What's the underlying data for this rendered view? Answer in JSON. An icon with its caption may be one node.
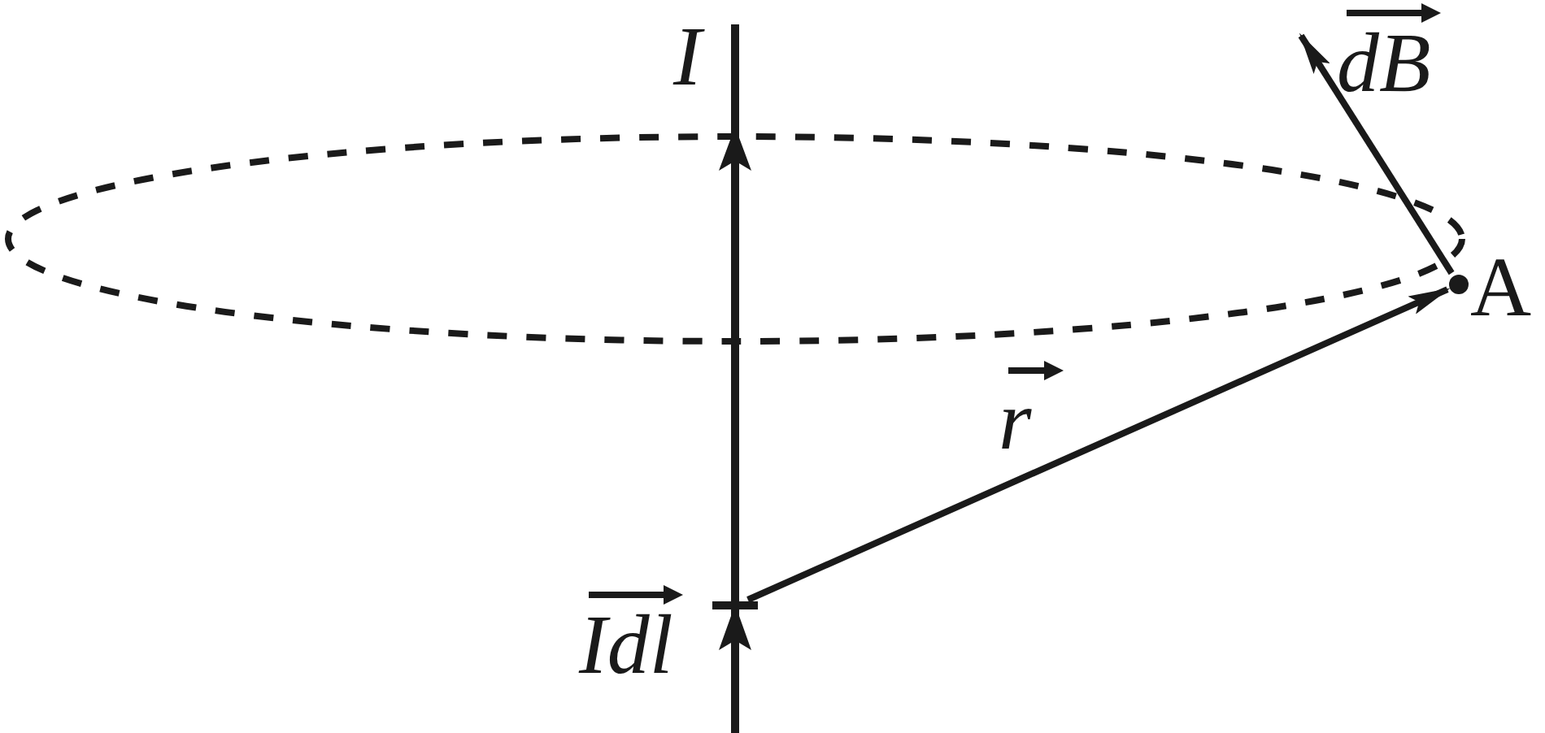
{
  "diagram": {
    "nodes": [
      {
        "text": [],
        "shape": "bar",
        "beside": [
          "Idl"
        ]
      },
      {
        "text": [],
        "shape": "circle",
        "beside": [
          "A"
        ]
      }
    ],
    "edges": [
      {
        "from": 0,
        "to": 1,
        "arrow": "to",
        "label": "r"
      },
      {
        "from": 1,
        "to": null,
        "arrow": "to",
        "label": "dB"
      }
    ],
    "labels": [
      "I"
    ]
  }
}
